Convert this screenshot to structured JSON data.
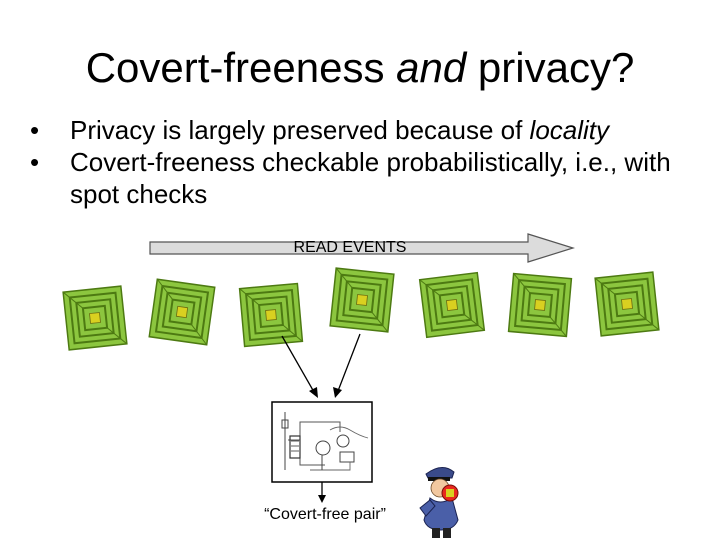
{
  "slide": {
    "title_part1": "Covert-freeness ",
    "title_italic": "and",
    "title_part2": " privacy?",
    "bullets": [
      {
        "text_before": "Privacy is largely preserved because of ",
        "italic": "locality",
        "text_after": ""
      },
      {
        "text_before": "Covert-freeness checkable probabilistically, i.e., with spot checks",
        "italic": "",
        "text_after": ""
      }
    ],
    "arrow_label": "READ EVENTS",
    "caption": "“Covert-free pair”"
  },
  "icons": {
    "rfid_tag": "rfid-tag-icon",
    "circuit_diagram": "circuit-diagram-icon",
    "police_officer": "police-officer-icon"
  },
  "colors": {
    "tag_green": "#8cc63f",
    "tag_dark": "#4d7a12",
    "tag_chip": "#d9d020",
    "arrow_fill": "#dcdcdc",
    "badge_red": "#e8281e"
  }
}
